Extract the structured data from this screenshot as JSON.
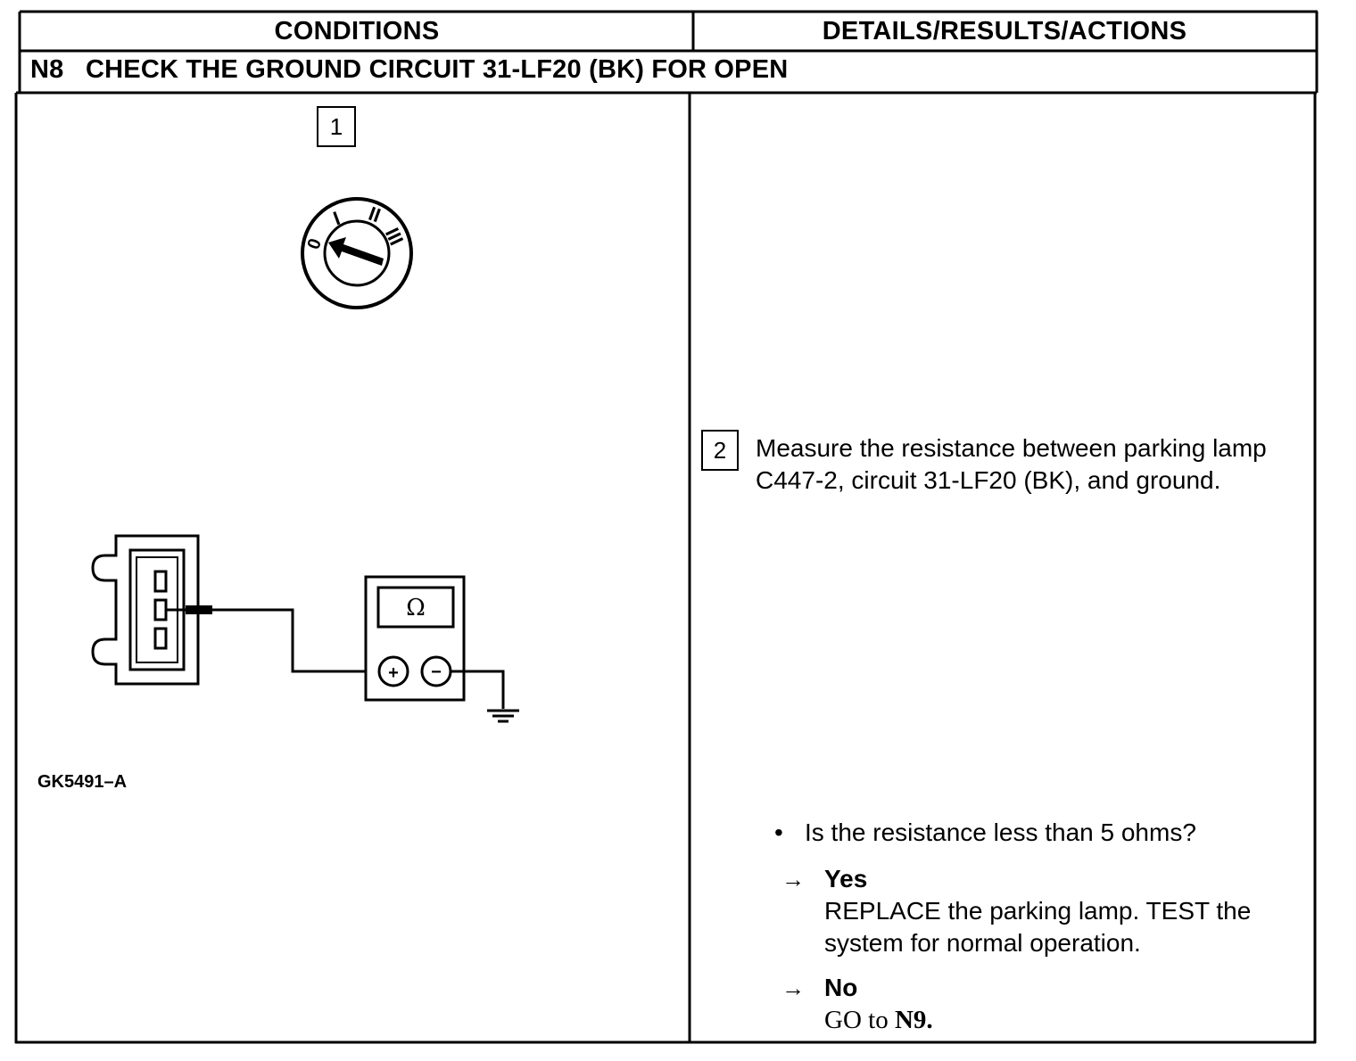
{
  "header": {
    "conditions": "CONDITIONS",
    "details": "DETAILS/RESULTS/ACTIONS"
  },
  "step": {
    "code": "N8",
    "title": "CHECK THE GROUND CIRCUIT 31-LF20 (BK) FOR OPEN"
  },
  "left": {
    "box_label": "1",
    "ignition_positions": [
      "0",
      "I",
      "II",
      "III"
    ],
    "meter_symbol": "Ω",
    "meter_plus": "+",
    "meter_minus": "−",
    "figure_code": "GK5491–A"
  },
  "right": {
    "box_label": "2",
    "instruction": "Measure the resistance between parking lamp C447-2, circuit 31-LF20 (BK), and ground.",
    "question": "Is the resistance less than 5 ohms?",
    "bullet": "•",
    "arrow": "→",
    "yes": {
      "label": "Yes",
      "action": "REPLACE the parking lamp. TEST the system for normal operation."
    },
    "no": {
      "label": "No",
      "action_prefix": "GO to ",
      "action_target": "N9."
    }
  }
}
